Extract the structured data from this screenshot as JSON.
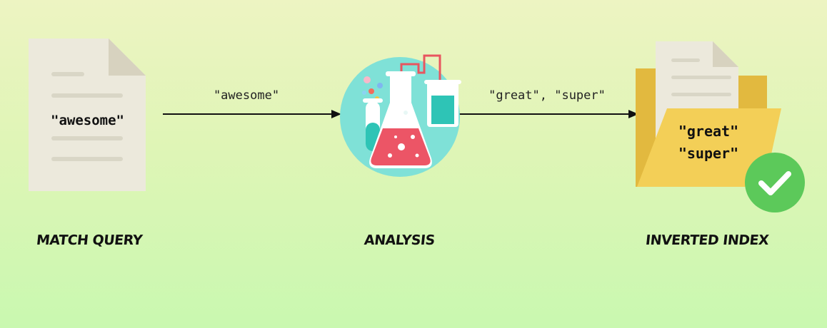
{
  "nodes": {
    "match_query": {
      "caption": "MATCH QUERY",
      "doc_text": "\"awesome\""
    },
    "analysis": {
      "caption": "ANALYSIS"
    },
    "inverted_index": {
      "caption": "INVERTED INDEX",
      "terms": [
        "\"great\"",
        "\"super\""
      ]
    }
  },
  "edges": [
    {
      "from": "match_query",
      "to": "analysis",
      "label": "\"awesome\""
    },
    {
      "from": "analysis",
      "to": "inverted_index",
      "label": "\"great\", \"super\""
    }
  ],
  "icons": {
    "document": "document-icon",
    "analysis": "flask-icon",
    "index": "folder-icon",
    "status": "checkmark-icon"
  },
  "colors": {
    "doc_paper": "#ece9dc",
    "doc_fold": "#d7d2bf",
    "doc_lines": "#d9d6c6",
    "flask_circle": "#7fe1d7",
    "flask_liquid": "#ec5566",
    "tube_liquid": "#2ec4b6",
    "folder_back": "#e2b93f",
    "folder_front": "#f3cf57",
    "check_circle": "#5cc95a",
    "arrow": "#111111"
  }
}
